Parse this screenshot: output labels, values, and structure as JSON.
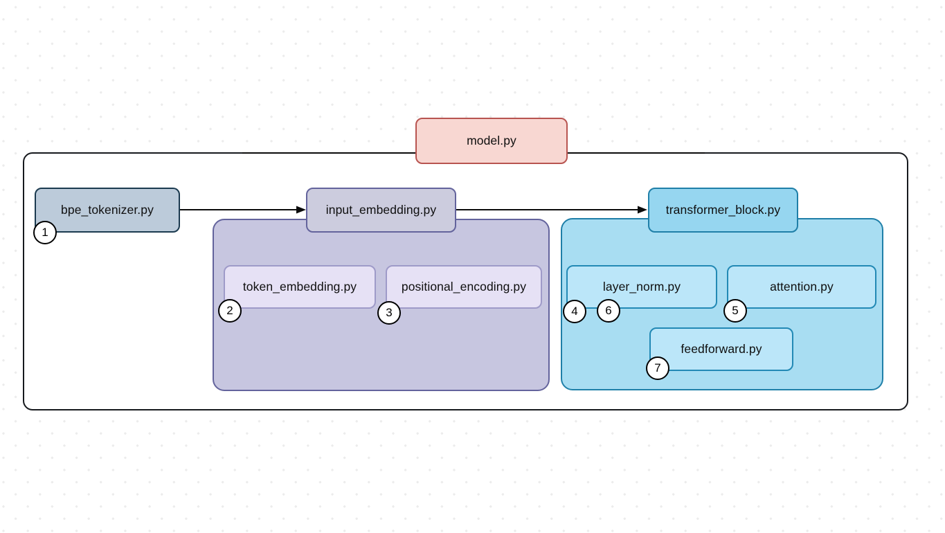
{
  "diagram": {
    "title_node": {
      "label": "model.py"
    },
    "outer_container": {
      "name": "model-scope-container"
    },
    "nodes": [
      {
        "id": "bpe_tokenizer",
        "label": "bpe_tokenizer.py",
        "badge": "1"
      },
      {
        "id": "input_embedding",
        "label": "input_embedding.py",
        "badge": ""
      },
      {
        "id": "token_embedding",
        "label": "token_embedding.py",
        "badge": "2"
      },
      {
        "id": "positional_encoding",
        "label": "positional_encoding.py",
        "badge": "3"
      },
      {
        "id": "transformer_block",
        "label": "transformer_block.py",
        "badge": ""
      },
      {
        "id": "layer_norm",
        "label": "layer_norm.py",
        "badge": "4",
        "badge2": "6"
      },
      {
        "id": "attention",
        "label": "attention.py",
        "badge": "5"
      },
      {
        "id": "feedforward",
        "label": "feedforward.py",
        "badge": "7"
      }
    ],
    "edges": [
      {
        "from": "bpe_tokenizer",
        "to": "input_embedding",
        "style": "arrow"
      },
      {
        "from": "input_embedding",
        "to": "transformer_block",
        "style": "arrow"
      },
      {
        "from": "model.py",
        "to": "outer_container",
        "style": "line"
      }
    ],
    "colors": {
      "model_fill": "#f8d7d2",
      "model_stroke": "#b85450",
      "tokenizer_fill": "#bccbda",
      "tokenizer_stroke": "#1b3a4f",
      "purple_group_fill": "#c7c6e0",
      "purple_group_stroke": "#63639c",
      "purple_child_fill": "#e6e1f5",
      "blue_group_fill": "#a8ddf2",
      "blue_group_stroke": "#1f7fa8",
      "blue_child_fill": "#bbe6f9",
      "outer_stroke": "#16191d",
      "arrow": "#0b0b0b",
      "badge_fill": "#ffffff",
      "badge_stroke": "#000000",
      "canvas_bg": "#ffffff",
      "grid_dot": "#ececec"
    }
  }
}
